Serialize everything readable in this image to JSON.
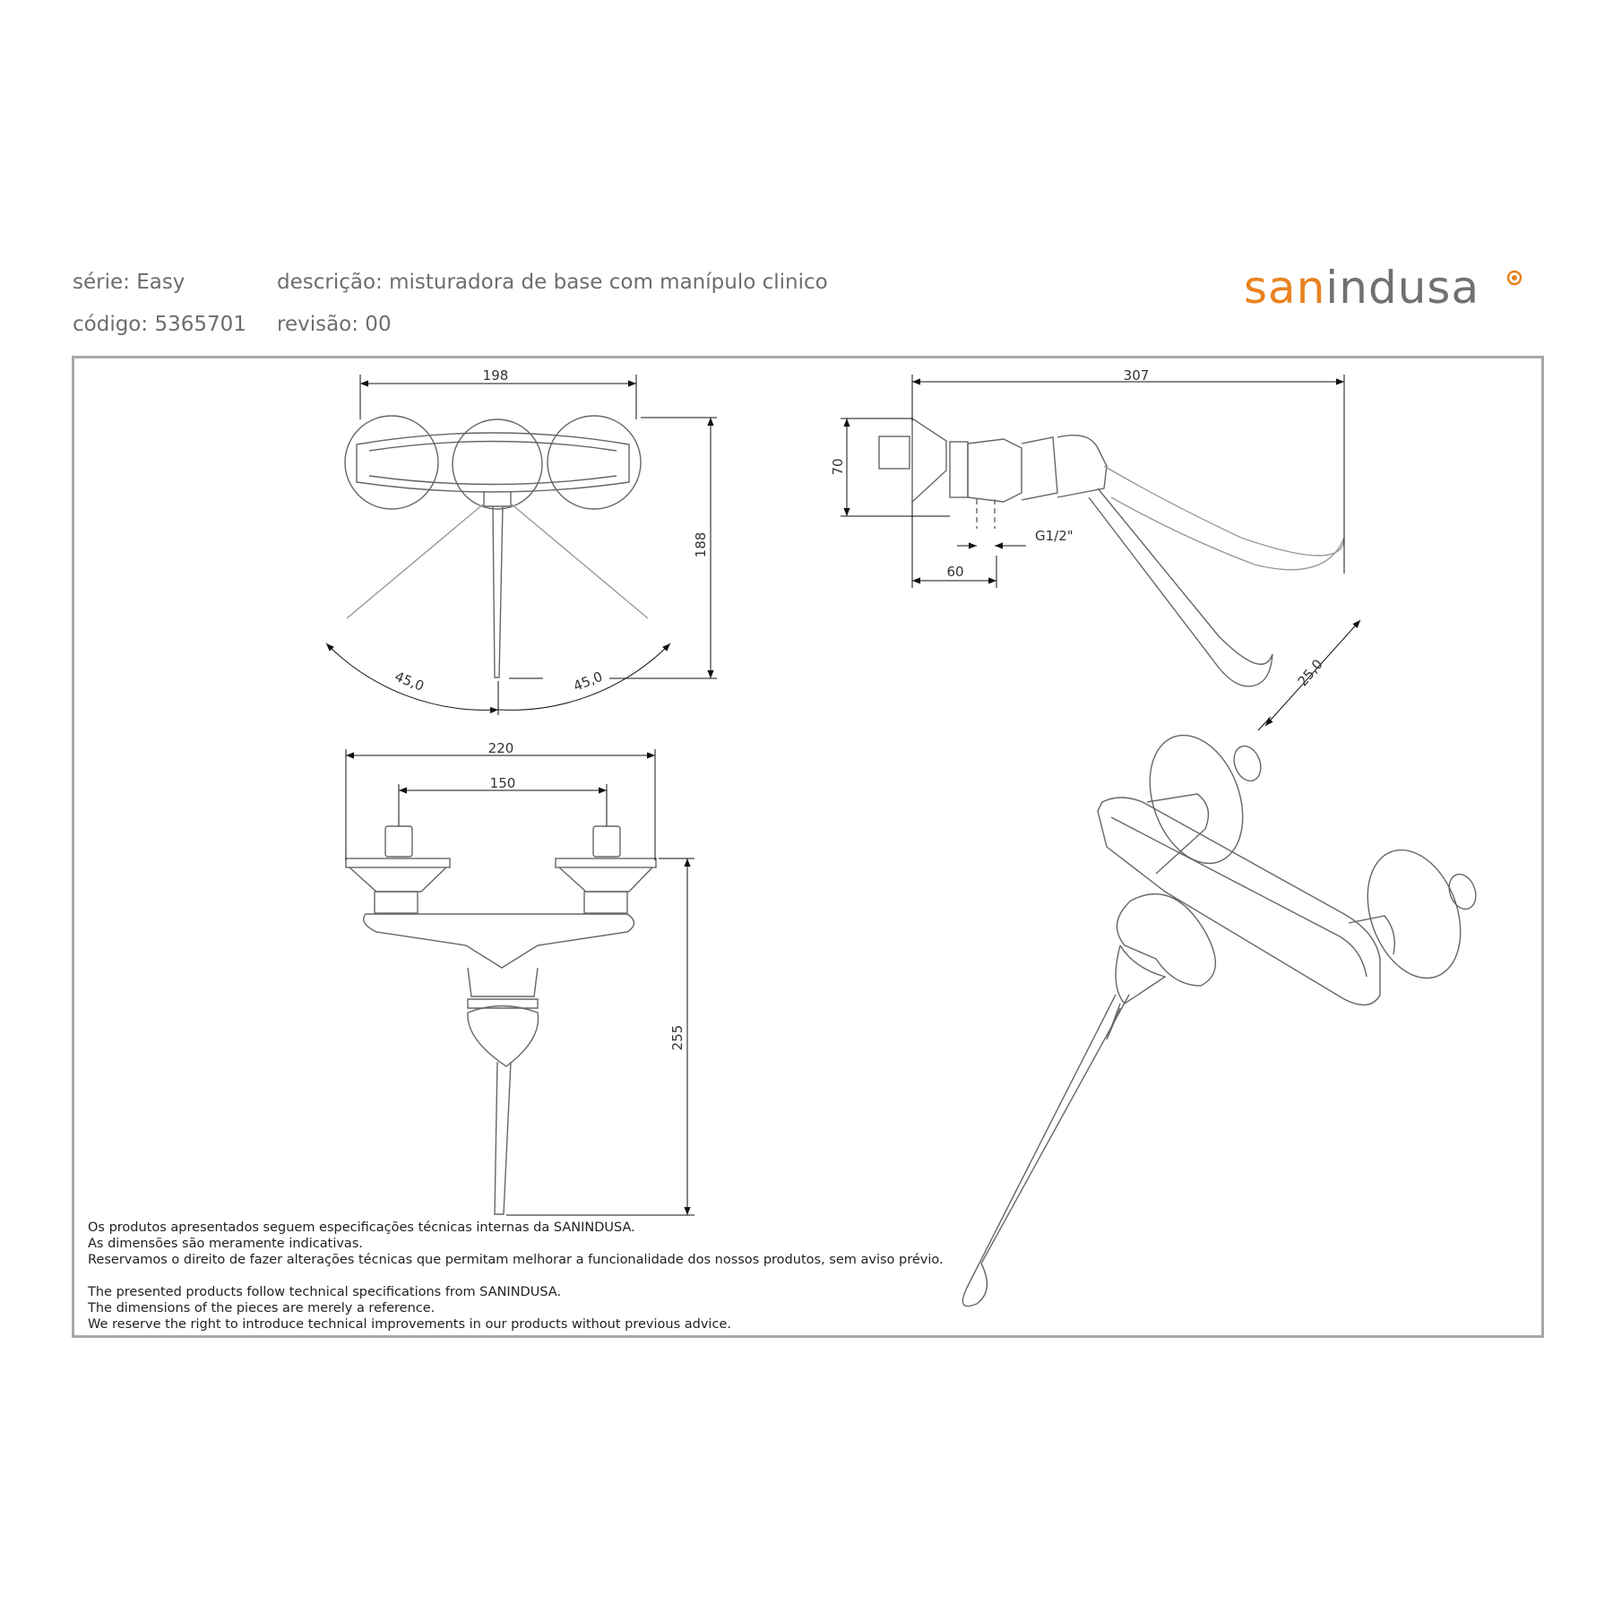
{
  "header": {
    "serie": "série: Easy",
    "codigo": "código: 5365701",
    "descricao": "descrição: misturadora de base com manípulo clinico",
    "revisao": "revisão: 00"
  },
  "logo": {
    "part_a": "san",
    "part_b": "indusa",
    "mark": "logo-dot-icon"
  },
  "colors": {
    "brand_orange": "#e8821e",
    "logo_grey": "#707070",
    "frame": "#a8a8a8",
    "line": "#666666"
  },
  "dimensions": {
    "top_width": "198",
    "top_height": "188",
    "angle_left": "45,0",
    "angle_right": "45,0",
    "side_length": "307",
    "side_height": "70",
    "thread": "G1/2\"",
    "side_offset": "60",
    "lever_angle": "25,0",
    "front_width": "220",
    "front_centers": "150",
    "front_height": "255"
  },
  "notes": {
    "pt": [
      "Os produtos apresentados seguem especificações técnicas internas da SANINDUSA.",
      "As dimensões são meramente indicativas.",
      "Reservamos o direito de fazer alterações técnicas que permitam melhorar a funcionalidade dos nossos produtos, sem aviso prévio."
    ],
    "en": [
      "The presented products follow technical specifications from SANINDUSA.",
      "The dimensions of the pieces are merely a reference.",
      "We reserve the right to introduce technical improvements in our products without previous advice."
    ]
  }
}
